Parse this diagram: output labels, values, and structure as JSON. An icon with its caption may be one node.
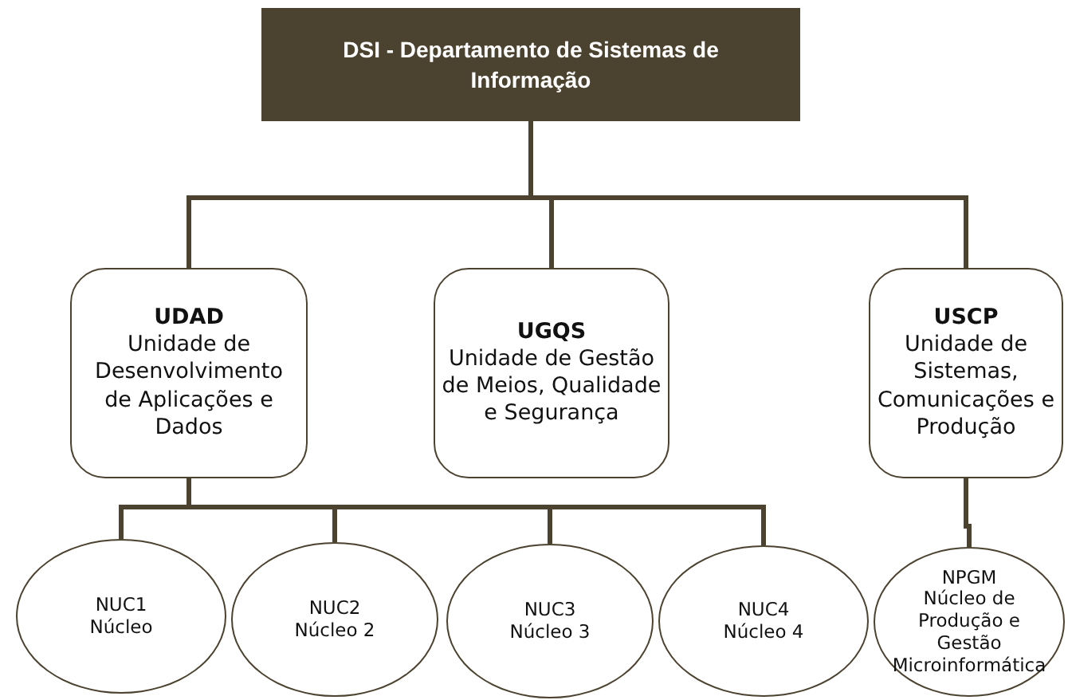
{
  "diagram": {
    "nodes": [
      {
        "text": [
          "DSI - Departamento de Sistemas de Informação"
        ]
      },
      {
        "text": [
          "UDAD",
          "Unidade de Desenvolvimento de Aplicações e Dados"
        ]
      },
      {
        "text": [
          "UGQS",
          "Unidade de Gestão de Meios, Qualidade e Segurança"
        ]
      },
      {
        "text": [
          "USCP",
          "Unidade de Sistemas, Comunicações e Produção"
        ]
      },
      {
        "text": [
          "NUC1",
          "Núcleo"
        ]
      },
      {
        "text": [
          "NUC2",
          "Núcleo 2"
        ]
      },
      {
        "text": [
          "NUC3",
          "Núcleo 3"
        ]
      },
      {
        "text": [
          "NUC4",
          "Núcleo 4"
        ]
      },
      {
        "text": [
          "NPGM",
          "Núcleo de Produção e Gestão Microinformática"
        ]
      }
    ],
    "edges": [
      {
        "from": 0,
        "to": 1,
        "arrow": "none"
      },
      {
        "from": 0,
        "to": 2,
        "arrow": "none"
      },
      {
        "from": 0,
        "to": 3,
        "arrow": "none"
      },
      {
        "from": 1,
        "to": 4,
        "arrow": "none"
      },
      {
        "from": 1,
        "to": 5,
        "arrow": "none"
      },
      {
        "from": 1,
        "to": 6,
        "arrow": "none"
      },
      {
        "from": 1,
        "to": 7,
        "arrow": "none"
      },
      {
        "from": 3,
        "to": 8,
        "arrow": "none"
      }
    ]
  }
}
